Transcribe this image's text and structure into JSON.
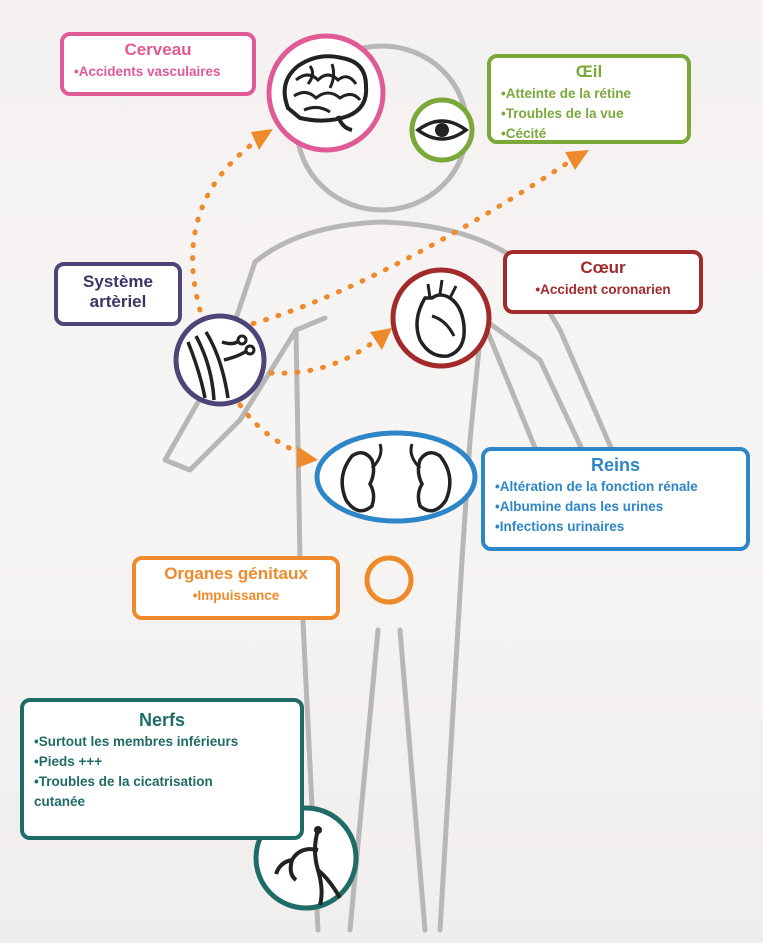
{
  "colors": {
    "pink": "#e05a95",
    "green": "#7aa93a",
    "purple": "#4f4479",
    "red": "#a22a2b",
    "blue": "#2d86c8",
    "orange": "#ef8a2b",
    "teal": "#1f6b66",
    "body_outline": "#b9b7b6",
    "arrow": "#ef8a2b"
  },
  "icons": [
    "brain-icon",
    "eye-icon",
    "arteries-icon",
    "heart-icon",
    "kidneys-icon",
    "genital-circle",
    "nerves-icon"
  ],
  "boxes": {
    "cerveau": {
      "title": "Cerveau",
      "items": [
        "Accidents vasculaires"
      ]
    },
    "oeil": {
      "title": "Œil",
      "items": [
        "Atteinte de la rétine",
        "Troubles de la vue",
        "Cécité"
      ]
    },
    "systeme": {
      "title_line1": "Système",
      "title_line2": "artèriel"
    },
    "coeur": {
      "title": "Cœur",
      "items": [
        "Accident coronarien"
      ]
    },
    "reins": {
      "title": "Reins",
      "items": [
        "Altération de la fonction rénale",
        "Albumine dans les urines",
        "Infections urinaires"
      ]
    },
    "organes": {
      "title": "Organes génitaux",
      "items": [
        "Impuissance"
      ]
    },
    "nerfs": {
      "title": "Nerfs",
      "items": [
        "Surtout les membres inférieurs",
        "Pieds +++",
        "Troubles de la cicatrisation"
      ],
      "continuation": "cutanée"
    }
  }
}
